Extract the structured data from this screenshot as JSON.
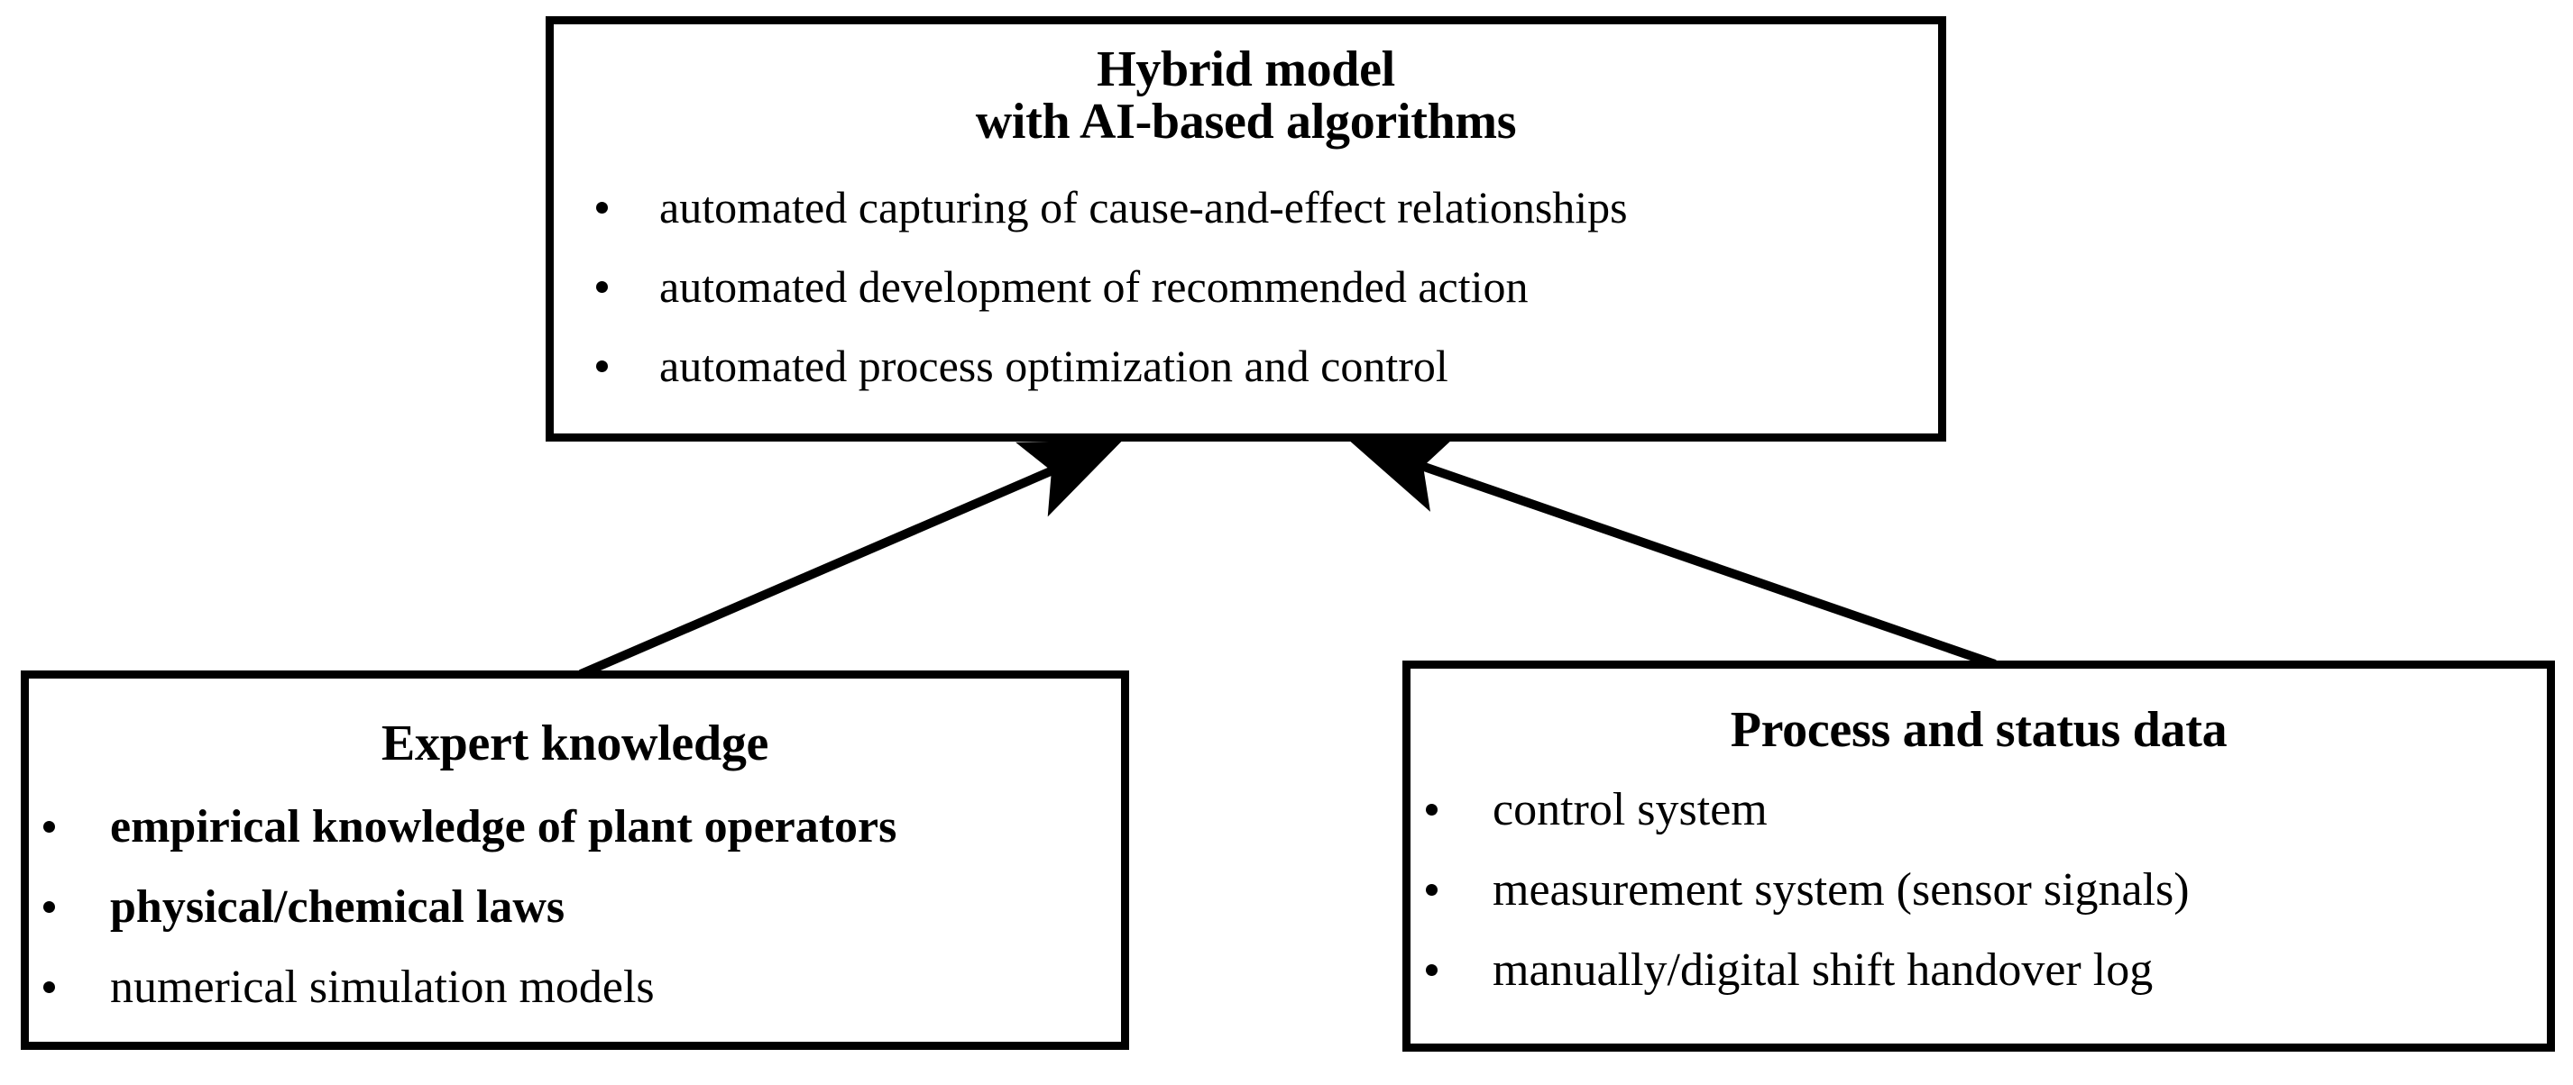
{
  "diagram": {
    "type": "flow-diagram",
    "background_color": "#ffffff",
    "line_color": "#000000",
    "nodes": [
      {
        "id": "hybrid-model",
        "title_line_1": "Hybrid model",
        "title_line_2": "with AI-based algorithms",
        "bullets": [
          {
            "text": "automated capturing of cause-and-effect relationships",
            "bold": false
          },
          {
            "text": "automated development of recommended action",
            "bold": false
          },
          {
            "text": "automated process optimization and control",
            "bold": false
          }
        ]
      },
      {
        "id": "expert-knowledge",
        "title_line_1": "Expert knowledge",
        "bullets": [
          {
            "text": "empirical knowledge of plant operators",
            "bold": true
          },
          {
            "text": "physical/chemical laws",
            "bold": true
          },
          {
            "text": "numerical simulation models",
            "bold": false
          }
        ]
      },
      {
        "id": "process-and-status-data",
        "title_line_1": "Process and status data",
        "bullets": [
          {
            "text": "control system",
            "bold": false
          },
          {
            "text": "measurement system (sensor signals)",
            "bold": false
          },
          {
            "text": "manually/digital shift handover log",
            "bold": false
          }
        ]
      }
    ],
    "connectors": [
      {
        "id": "expert-to-hybrid",
        "from": "expert-knowledge",
        "to": "hybrid-model",
        "style": "solid-arrow"
      },
      {
        "id": "data-to-hybrid",
        "from": "process-and-status-data",
        "to": "hybrid-model",
        "style": "solid-arrow"
      }
    ]
  }
}
